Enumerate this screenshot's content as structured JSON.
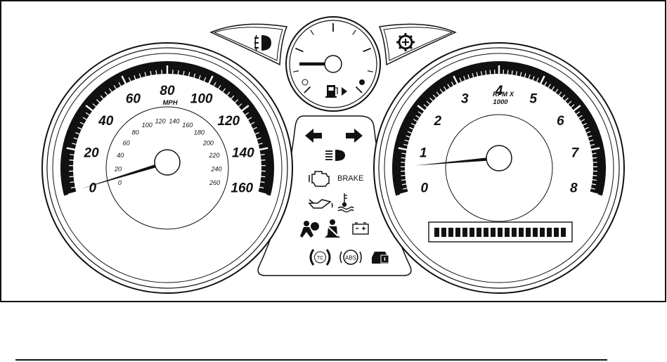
{
  "speedometer": {
    "unit_label": "MPH",
    "mph_labels": [
      "0",
      "20",
      "40",
      "60",
      "80",
      "100",
      "120",
      "140",
      "160"
    ],
    "kmh_labels": [
      "0",
      "20",
      "40",
      "60",
      "80",
      "100",
      "120",
      "140",
      "160",
      "180",
      "200",
      "220",
      "240",
      "260"
    ],
    "needle_value_mph": 0
  },
  "tachometer": {
    "unit_label_line1": "RPM X",
    "unit_label_line2": "1000",
    "labels": [
      "0",
      "1",
      "2",
      "3",
      "4",
      "5",
      "6",
      "7",
      "8"
    ],
    "needle_value_rpm_x1000": 0
  },
  "fuel_gauge": {
    "level_fraction": 0,
    "icon": "fuel-pump-icon"
  },
  "warning_lights": {
    "brake_text": "BRAKE",
    "abs_text": "ABS",
    "tc_text": "TC",
    "icons": [
      "turn-left-arrow-icon",
      "turn-right-arrow-icon",
      "headlamp-icon",
      "check-engine-icon",
      "oil-pressure-icon",
      "coolant-temp-icon",
      "airbag-icon",
      "seatbelt-icon",
      "battery-icon",
      "traction-control-icon",
      "abs-icon",
      "security-icon"
    ]
  },
  "top_pods": {
    "left_icon": "rear-fog-lamp-icon",
    "right_icon": "service-gear-icon"
  },
  "odometer": {
    "segments": 19
  }
}
